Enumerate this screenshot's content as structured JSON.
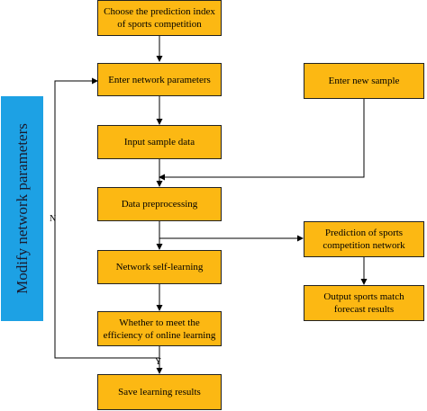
{
  "side_label": "Modify network parameters",
  "nodes": {
    "choose_index": "Choose the prediction index of sports competition",
    "enter_params": "Enter network parameters",
    "enter_sample": "Enter new sample",
    "input_data": "Input sample data",
    "preprocessing": "Data preprocessing",
    "prediction_network": "Prediction of sports competition network",
    "self_learning": "Network self-learning",
    "output_results": "Output sports match forecast results",
    "whether_meet": "Whether to meet the efficiency of online learning",
    "save_results": "Save learning results"
  },
  "edge_labels": {
    "no": "N",
    "yes": "Y"
  },
  "colors": {
    "box_fill": "#fcb813",
    "side_panel": "#1da1e4"
  }
}
